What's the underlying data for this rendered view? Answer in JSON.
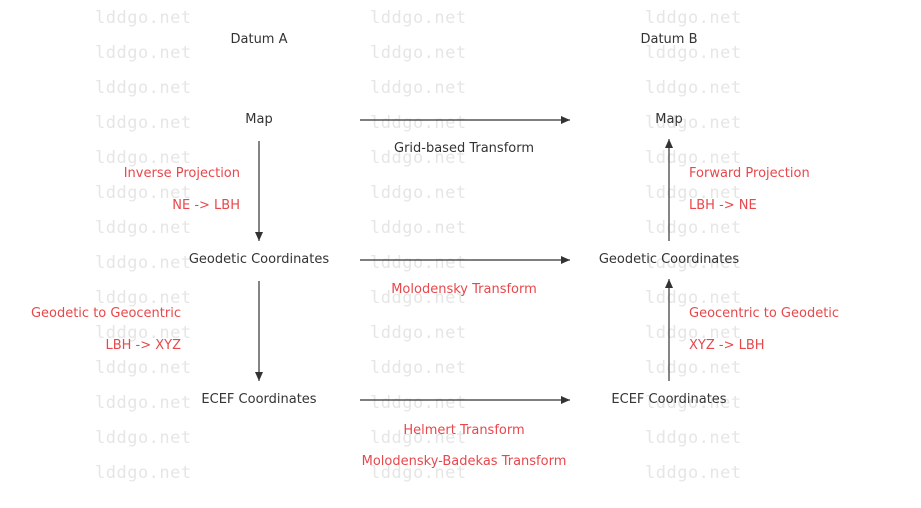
{
  "watermark": "lddgo.net",
  "colors": {
    "node_text": "#333333",
    "transform_text": "#e8474b",
    "arrow": "#333333",
    "watermark": "#e6e6e6"
  },
  "columns": {
    "a_title": "Datum A",
    "b_title": "Datum B"
  },
  "nodes": {
    "a_map": "Map",
    "a_geodetic": "Geodetic Coordinates",
    "a_ecef": "ECEF Coordinates",
    "b_map": "Map",
    "b_geodetic": "Geodetic Coordinates",
    "b_ecef": "ECEF Coordinates"
  },
  "horizontal_transforms": {
    "map": "Grid-based Transform",
    "geodetic": "Molodensky Transform",
    "ecef_1": "Helmert Transform",
    "ecef_2": "Molodensky-Badekas Transform"
  },
  "vertical_transforms": {
    "a_upper_name": "Inverse Projection",
    "a_upper_detail": "NE -> LBH",
    "a_lower_name": "Geodetic to Geocentric",
    "a_lower_detail": "LBH -> XYZ",
    "b_upper_name": "Forward Projection",
    "b_upper_detail": "LBH -> NE",
    "b_lower_name": "Geocentric to Geodetic",
    "b_lower_detail": "XYZ -> LBH"
  }
}
